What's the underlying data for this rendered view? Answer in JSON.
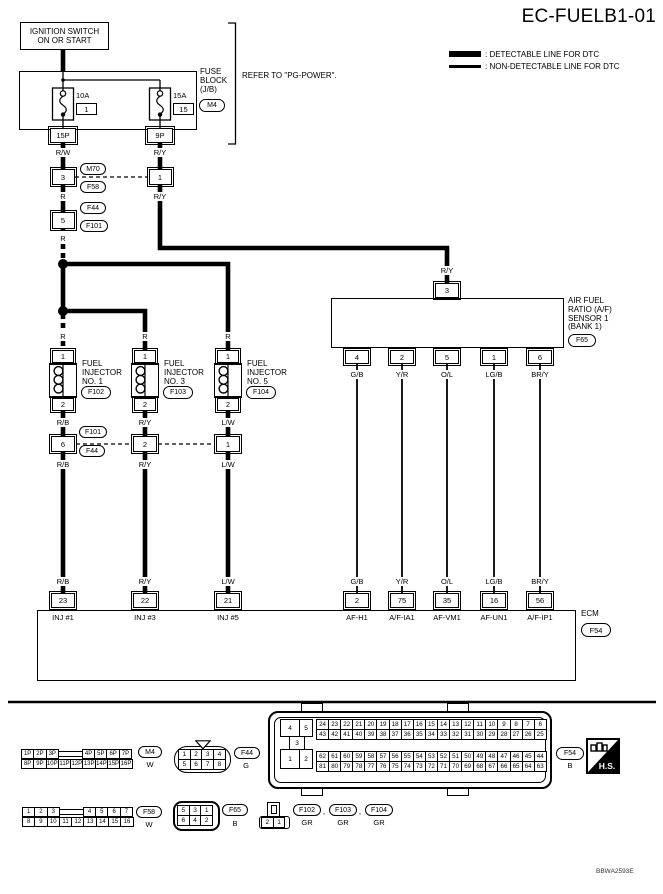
{
  "title": "EC-FUELB1-01",
  "legend": {
    "detectable": ": DETECTABLE LINE FOR DTC",
    "non_detectable": ": NON-DETECTABLE LINE FOR DTC"
  },
  "ignition": {
    "line1": "IGNITION SWITCH",
    "line2": "ON OR START"
  },
  "fuse_block": {
    "labels": [
      "FUSE",
      "BLOCK",
      "(J/B)"
    ],
    "ref": "M4",
    "note": "REFER TO \"PG-POWER\".",
    "fuses": [
      {
        "rating": "10A",
        "id": "1",
        "pin": "15P"
      },
      {
        "rating": "15A",
        "id": "15",
        "pin": "9P"
      }
    ]
  },
  "wire_colors": {
    "rw": "R/W",
    "ry": "R/Y",
    "r": "R",
    "rb": "R/B",
    "lw": "L/W",
    "gb": "G/B",
    "yr": "Y/R",
    "ol": "O/L",
    "lgb": "LG/B",
    "bry": "BR/Y"
  },
  "mid_connectors": {
    "c3": "3",
    "c3_top": "M70",
    "c3_bottom": "F58",
    "c1_right": "1",
    "c5": "5",
    "c5_top": "F44",
    "c5_bottom": "F101",
    "c6": "6",
    "c6_top": "F101",
    "c6_bottom": "F44",
    "c2": "2",
    "c1b": "1"
  },
  "injectors": [
    {
      "pin_top": "1",
      "pin_bottom": "2",
      "name": [
        "FUEL",
        "INJECTOR",
        "NO. 1"
      ],
      "ref": "F102"
    },
    {
      "pin_top": "1",
      "pin_bottom": "2",
      "name": [
        "FUEL",
        "INJECTOR",
        "NO. 3"
      ],
      "ref": "F103"
    },
    {
      "pin_top": "1",
      "pin_bottom": "2",
      "name": [
        "FUEL",
        "INJECTOR",
        "NO. 5"
      ],
      "ref": "F104"
    }
  ],
  "sensor": {
    "pin_top": "3",
    "name": [
      "AIR FUEL",
      "RATIO (A/F)",
      "SENSOR 1",
      "(BANK 1)"
    ],
    "ref": "F65",
    "pins": [
      "4",
      "2",
      "5",
      "1",
      "6"
    ]
  },
  "ecm": {
    "name": "ECM",
    "ref": "F54",
    "terminals": [
      {
        "pin": "23",
        "label": "INJ #1"
      },
      {
        "pin": "22",
        "label": "INJ #3"
      },
      {
        "pin": "21",
        "label": "INJ #5"
      },
      {
        "pin": "2",
        "label": "AF-H1"
      },
      {
        "pin": "75",
        "label": "A/F-IA1"
      },
      {
        "pin": "35",
        "label": "AF-VM1"
      },
      {
        "pin": "16",
        "label": "AF-UN1"
      },
      {
        "pin": "56",
        "label": "A/F-IP1"
      }
    ]
  },
  "bottom": {
    "m4": {
      "row1": [
        "1P",
        "2P",
        "3P",
        "",
        "4P",
        "5P",
        "6P",
        "7P"
      ],
      "row2": [
        "8P",
        "9P",
        "10P",
        "11P",
        "12P",
        "13P",
        "14P",
        "15P",
        "16P"
      ],
      "ref": "M4",
      "color": "W"
    },
    "f44": {
      "row1": [
        "1",
        "2",
        "3",
        "4"
      ],
      "row2": [
        "5",
        "6",
        "7",
        "8"
      ],
      "ref": "F44",
      "color": "G"
    },
    "ecm_conn": {
      "key": [
        "4",
        "5",
        "3",
        "1",
        "2"
      ],
      "grid1": [
        "24",
        "23",
        "22",
        "21",
        "20",
        "19",
        "18",
        "17",
        "16",
        "15",
        "14",
        "13",
        "12",
        "11",
        "10",
        "9",
        "8",
        "7",
        "6"
      ],
      "grid2": [
        "43",
        "42",
        "41",
        "40",
        "39",
        "38",
        "37",
        "36",
        "35",
        "34",
        "33",
        "32",
        "31",
        "30",
        "29",
        "28",
        "27",
        "26",
        "25"
      ],
      "grid3": [
        "62",
        "61",
        "60",
        "59",
        "58",
        "57",
        "56",
        "55",
        "54",
        "53",
        "52",
        "51",
        "50",
        "49",
        "48",
        "47",
        "46",
        "45",
        "44"
      ],
      "grid4": [
        "81",
        "80",
        "79",
        "78",
        "77",
        "76",
        "75",
        "74",
        "73",
        "72",
        "71",
        "70",
        "69",
        "68",
        "67",
        "66",
        "65",
        "64",
        "63"
      ],
      "ref": "F54",
      "color": "B",
      "hs": "H.S."
    },
    "f58": {
      "row1": [
        "1",
        "2",
        "3",
        "",
        "4",
        "5",
        "6",
        "7"
      ],
      "row2": [
        "8",
        "9",
        "10",
        "11",
        "12",
        "13",
        "14",
        "15",
        "16"
      ],
      "ref": "F58",
      "color": "W"
    },
    "f65": {
      "row1": [
        "5",
        "3",
        "1"
      ],
      "row2": [
        "6",
        "4",
        "2"
      ],
      "ref": "F65",
      "color": "B"
    },
    "inj_conn": {
      "cells": [
        "2",
        "1"
      ],
      "sep": ",",
      "refs": [
        {
          "id": "F102",
          "color": "GR"
        },
        {
          "id": "F103",
          "color": "GR"
        },
        {
          "id": "F104",
          "color": "GR"
        }
      ]
    }
  },
  "footer_code": "BBWA2593E",
  "colors": {
    "line": "#000000",
    "background": "#ffffff"
  }
}
